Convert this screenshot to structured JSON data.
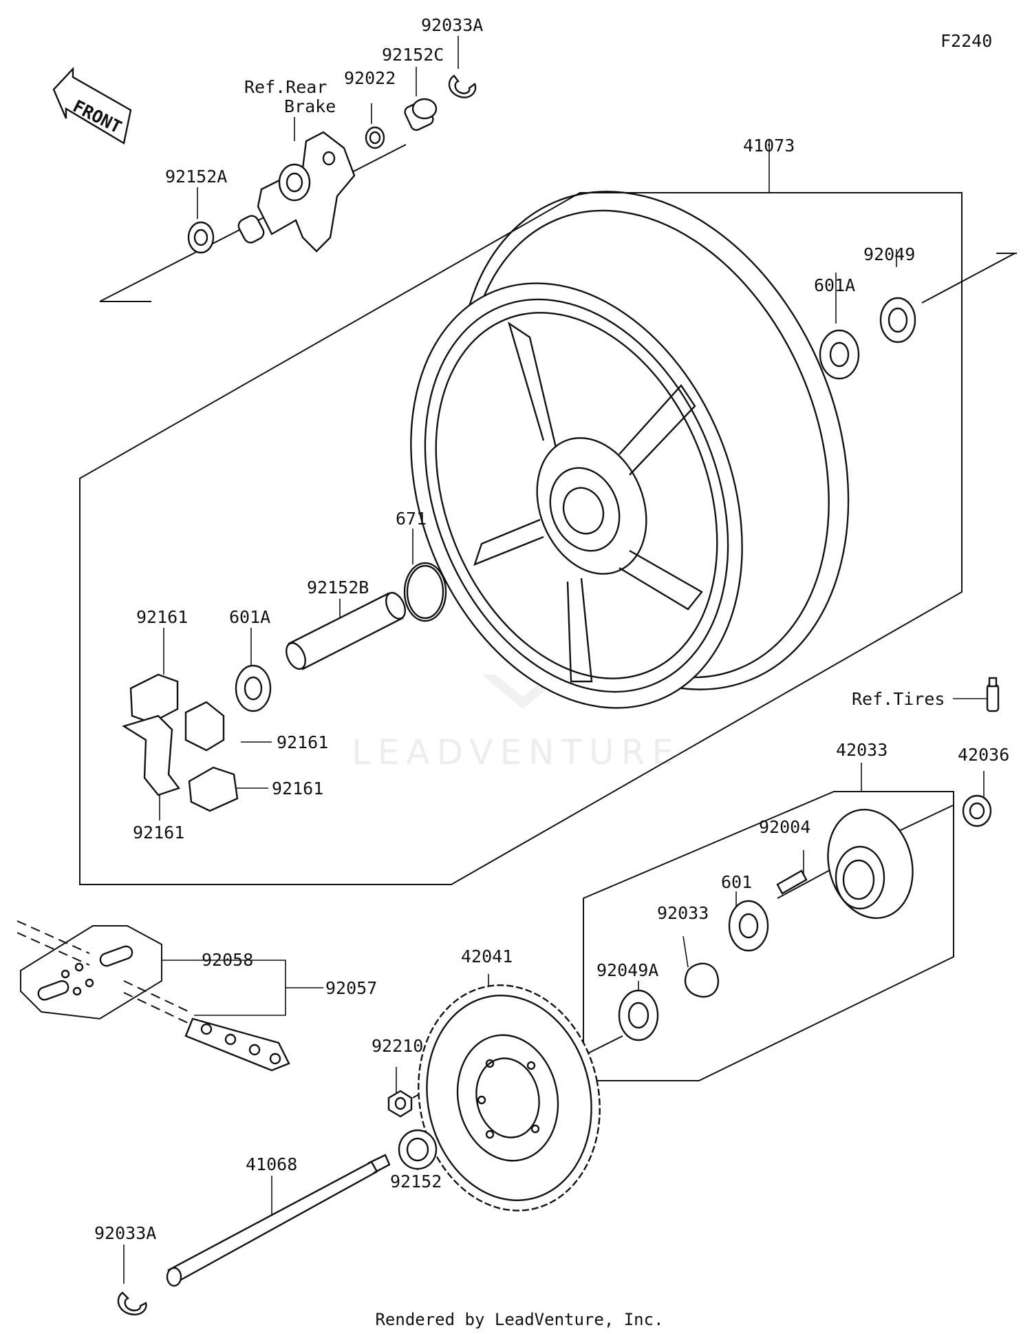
{
  "figure_code": "F2240",
  "direction_label": "FRONT",
  "watermark": "LEADVENTURE",
  "footer": "Rendered by LeadVenture, Inc.",
  "labels": {
    "p92033A_top": "92033A",
    "p92152C": "92152C",
    "p92022": "92022",
    "ref_rear_1": "Ref.Rear",
    "ref_rear_2": "Brake",
    "p92152A": "92152A",
    "p41073": "41073",
    "p92049": "92049",
    "p601A_right": "601A",
    "p671": "671",
    "p92152B": "92152B",
    "p92161_a": "92161",
    "p601A_left": "601A",
    "p92161_b": "92161",
    "p92161_c": "92161",
    "p92161_d": "92161",
    "ref_tires": "Ref.Tires",
    "p42033": "42033",
    "p42036": "42036",
    "p92004": "92004",
    "p601": "601",
    "p92033": "92033",
    "p92049A": "92049A",
    "p92058": "92058",
    "p92057": "92057",
    "p42041": "42041",
    "p92210": "92210",
    "p41068": "41068",
    "p92152": "92152",
    "p92033A_bottom": "92033A"
  }
}
